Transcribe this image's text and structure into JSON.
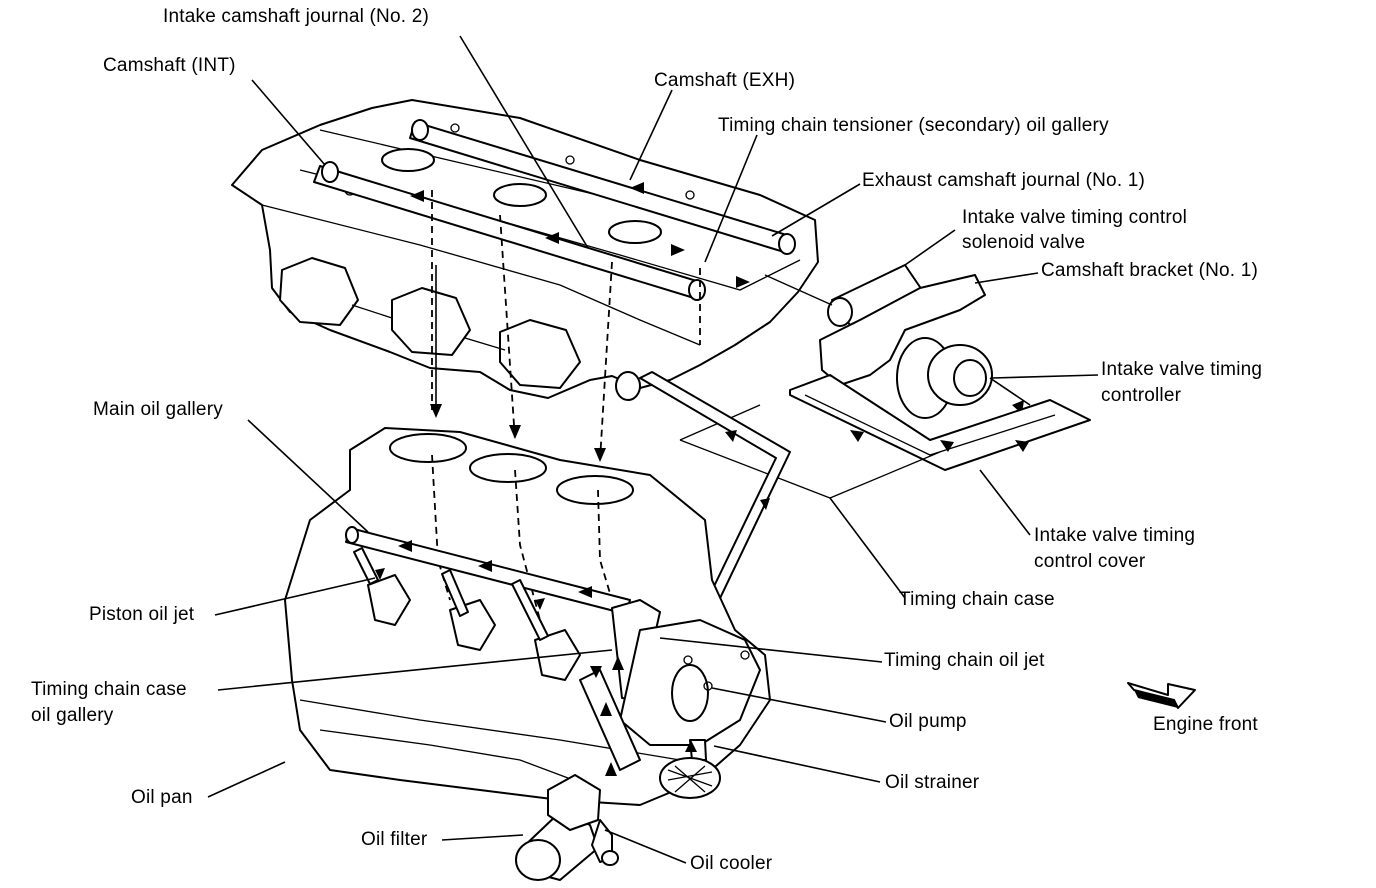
{
  "labels": {
    "intake_journal_no2": "Intake camshaft journal (No. 2)",
    "camshaft_int": "Camshaft (INT)",
    "camshaft_exh": "Camshaft (EXH)",
    "tensioner_gallery": "Timing chain tensioner (secondary) oil gallery",
    "exhaust_journal_no1": "Exhaust camshaft journal (No. 1)",
    "ivtc_solenoid_1": "Intake valve timing control",
    "ivtc_solenoid_2": "solenoid valve",
    "cam_bracket_no1": "Camshaft bracket (No. 1)",
    "ivt_controller_1": "Intake valve timing",
    "ivt_controller_2": "controller",
    "main_oil_gallery": "Main oil gallery",
    "ivtc_cover_1": "Intake valve timing",
    "ivtc_cover_2": "control cover",
    "timing_chain_case": "Timing chain case",
    "piston_oil_jet": "Piston oil jet",
    "timing_chain_oil_jet": "Timing chain oil jet",
    "tcc_gallery_1": "Timing chain case",
    "tcc_gallery_2": "oil gallery",
    "oil_pump": "Oil pump",
    "engine_front": "Engine front",
    "oil_strainer": "Oil strainer",
    "oil_pan": "Oil pan",
    "oil_filter": "Oil filter",
    "oil_cooler": "Oil cooler"
  },
  "icons": {
    "direction": "engine-front-arrow-icon"
  }
}
